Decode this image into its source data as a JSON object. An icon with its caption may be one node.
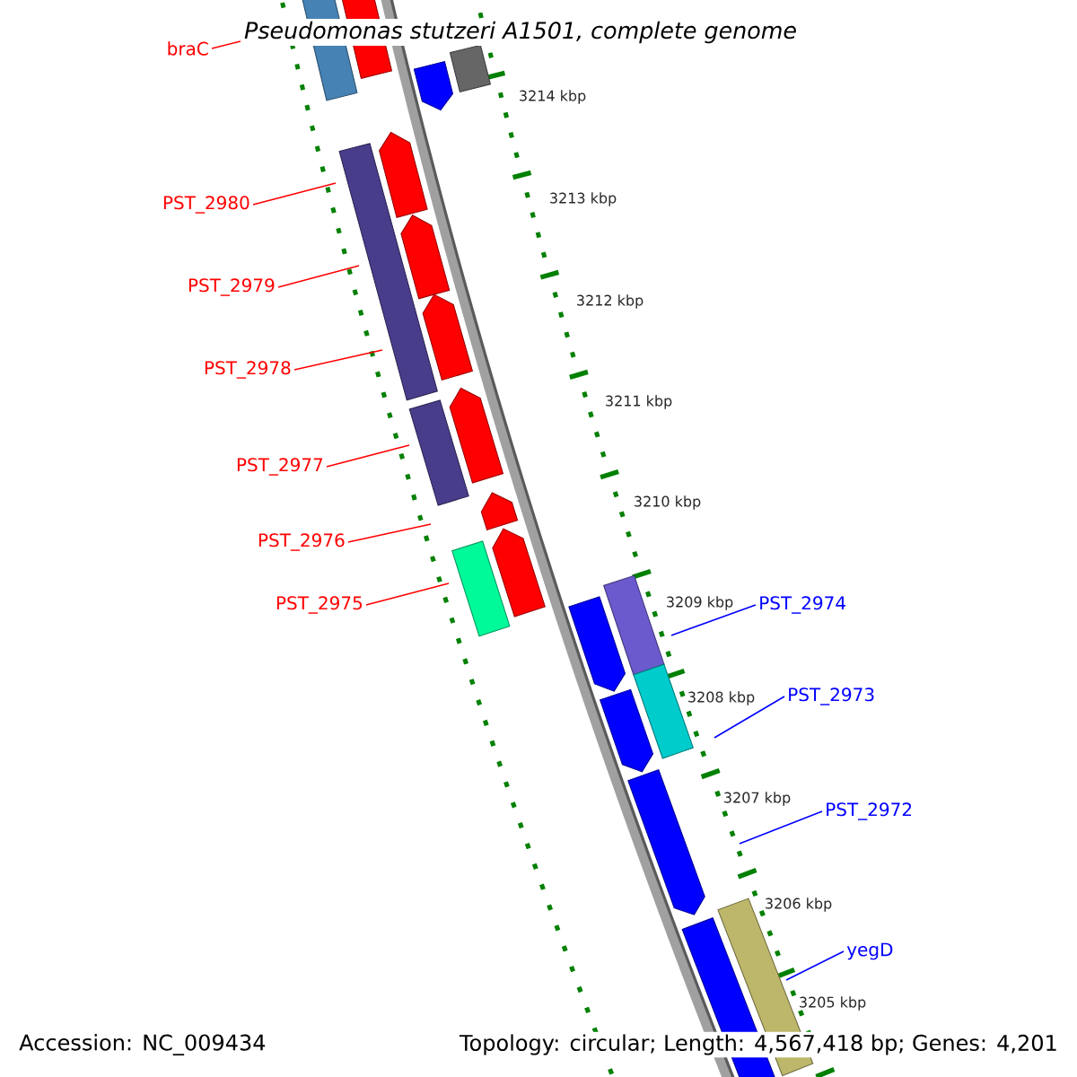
{
  "diagram": {
    "title": "Pseudomonas stutzeri A1501, complete genome",
    "nodes": [
      {
        "text": [
          "braC"
        ]
      },
      {
        "text": [
          "PST_2980"
        ]
      },
      {
        "text": [
          "PST_2979"
        ]
      },
      {
        "text": [
          "PST_2978"
        ]
      },
      {
        "text": [
          "PST_2977"
        ]
      },
      {
        "text": [
          "PST_2976"
        ]
      },
      {
        "text": [
          "PST_2975"
        ]
      },
      {
        "text": [
          "PST_2974"
        ]
      },
      {
        "text": [
          "PST_2973"
        ]
      },
      {
        "text": [
          "PST_2972"
        ]
      },
      {
        "text": [
          "yegD"
        ]
      }
    ],
    "edges": [
      {
        "from": 0,
        "to": null,
        "arrow": "none"
      },
      {
        "from": 1,
        "to": null,
        "arrow": "none"
      },
      {
        "from": 2,
        "to": null,
        "arrow": "none"
      },
      {
        "from": 3,
        "to": null,
        "arrow": "none"
      },
      {
        "from": 4,
        "to": null,
        "arrow": "none"
      },
      {
        "from": 5,
        "to": null,
        "arrow": "none"
      },
      {
        "from": 6,
        "to": null,
        "arrow": "none"
      },
      {
        "from": 7,
        "to": null,
        "arrow": "none",
        "color": "#0000ff"
      },
      {
        "from": 8,
        "to": null,
        "arrow": "none",
        "color": "#0000ff"
      },
      {
        "from": 9,
        "to": null,
        "arrow": "none",
        "color": "#0000ff"
      },
      {
        "from": 10,
        "to": null,
        "arrow": "none",
        "color": "#0000ff"
      }
    ],
    "labels": [
      "3214 kbp",
      "3213 kbp",
      "3212 kbp",
      "3211 kbp",
      "3210 kbp",
      "3209 kbp",
      "3208 kbp",
      "3207 kbp",
      "3206 kbp",
      "3205 kbp",
      "Accession: NC_009434",
      "Topology: circular; Length: 4,567,418 bp; Genes: 4,201"
    ]
  }
}
